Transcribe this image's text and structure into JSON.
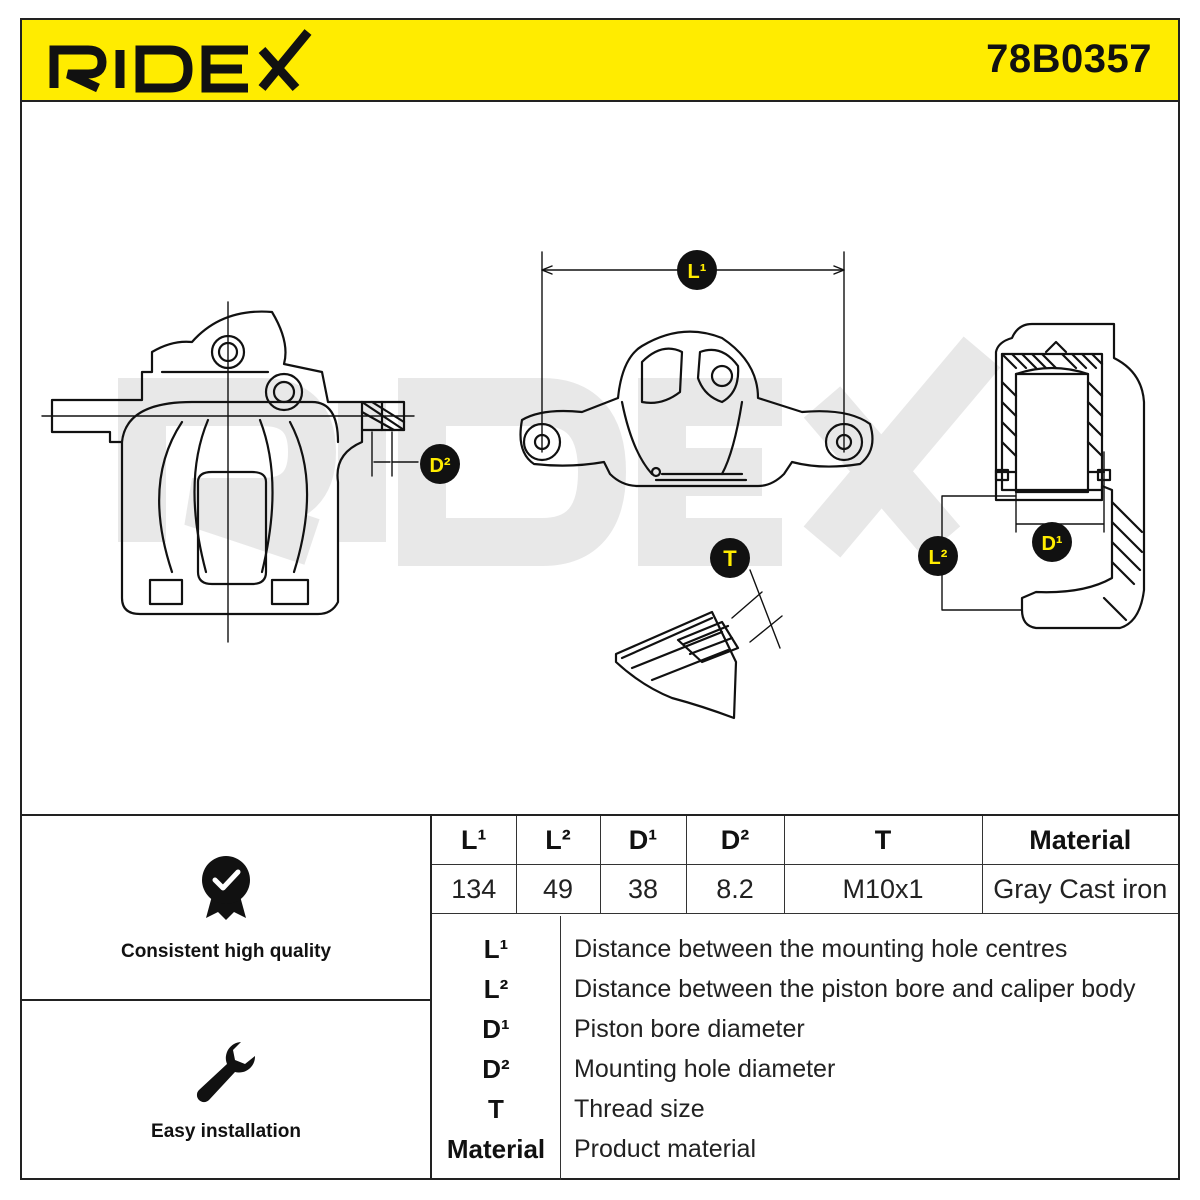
{
  "header": {
    "brand": "RIDEX",
    "part_number": "78B0357"
  },
  "colors": {
    "accent": "#ffec00",
    "ink": "#111111",
    "watermark": "#e6e6e6"
  },
  "drawing": {
    "labels": {
      "L1": "L¹",
      "L2": "L²",
      "D1": "D¹",
      "D2": "D²",
      "T": "T"
    }
  },
  "features": [
    {
      "icon": "badge-check-icon",
      "label": "Consistent high quality"
    },
    {
      "icon": "wrench-icon",
      "label": "Easy installation"
    }
  ],
  "specs": {
    "headers": [
      "L¹",
      "L²",
      "D¹",
      "D²",
      "T",
      "Material"
    ],
    "values": [
      "134",
      "49",
      "38",
      "8.2",
      "M10x1",
      "Gray Cast iron"
    ]
  },
  "legend": [
    {
      "key": "L¹",
      "desc": "Distance between the mounting hole centres"
    },
    {
      "key": "L²",
      "desc": "Distance between the piston bore and caliper body"
    },
    {
      "key": "D¹",
      "desc": "Piston bore diameter"
    },
    {
      "key": "D²",
      "desc": "Mounting hole diameter"
    },
    {
      "key": "T",
      "desc": "Thread size"
    },
    {
      "key": "Material",
      "desc": "Product material"
    }
  ]
}
